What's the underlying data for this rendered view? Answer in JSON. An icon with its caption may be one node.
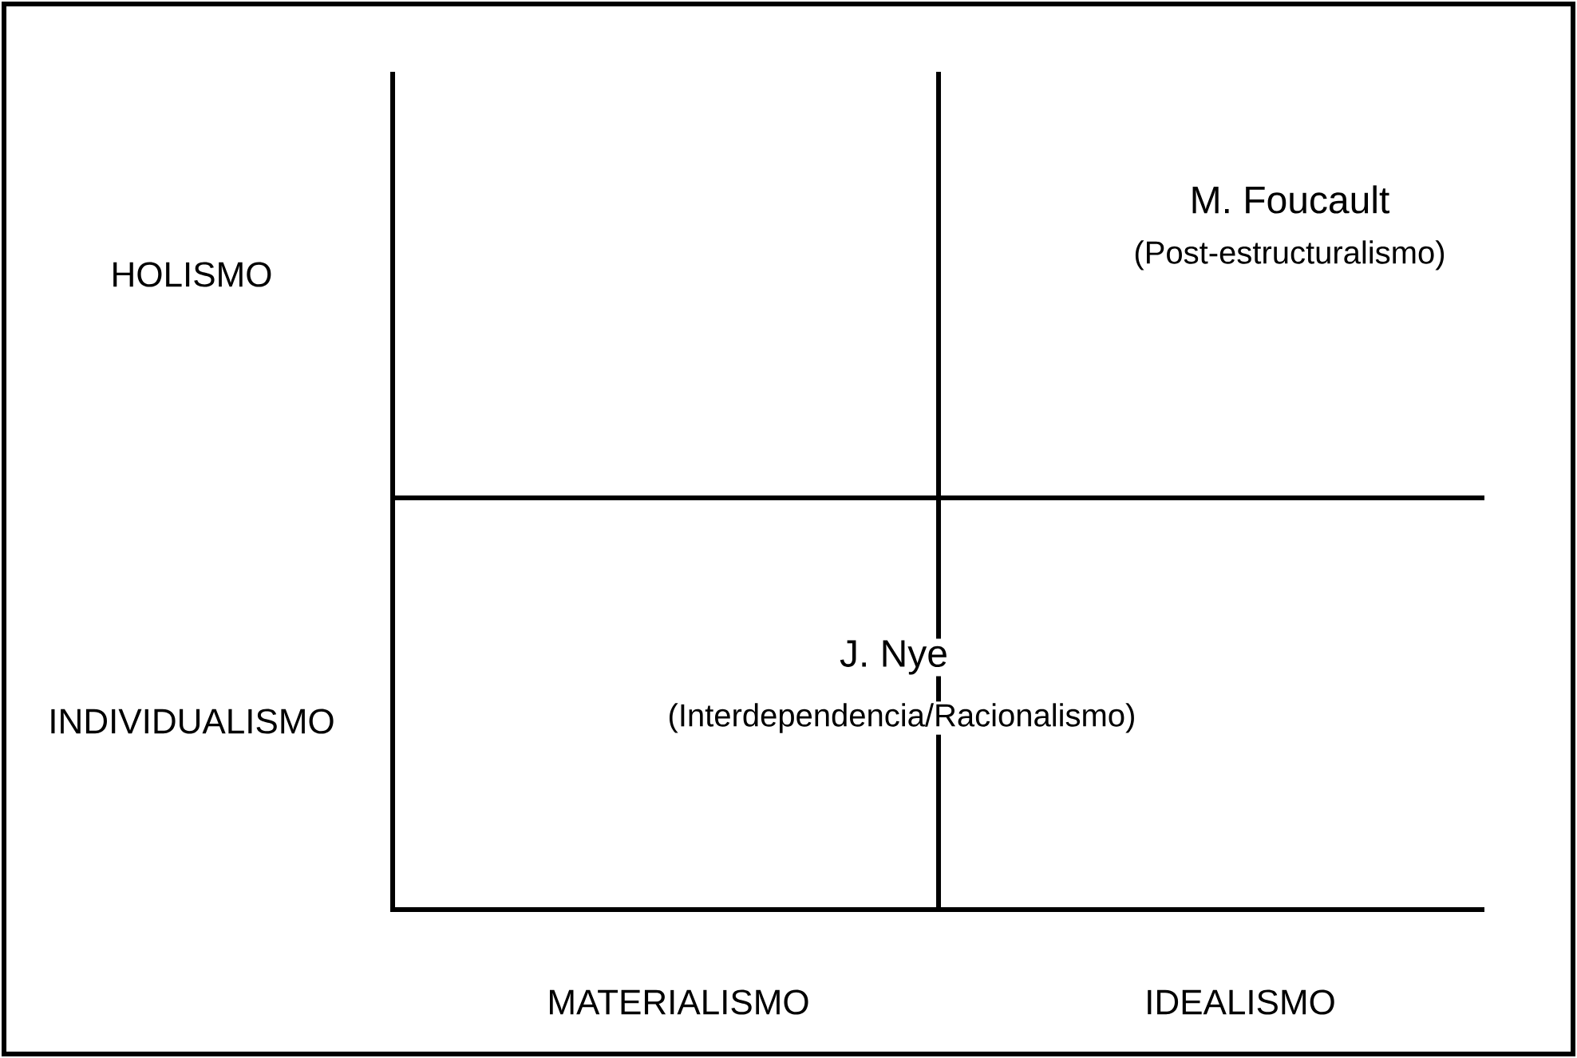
{
  "diagram": {
    "labels": [
      "M. Foucault",
      "(Post-estructuralismo)",
      "HOLISMO",
      "J. Nye",
      "INDIVIDUALISMO",
      "(Interdependencia/Racionalismo)",
      "MATERIALISMO",
      "IDEALISMO"
    ]
  }
}
